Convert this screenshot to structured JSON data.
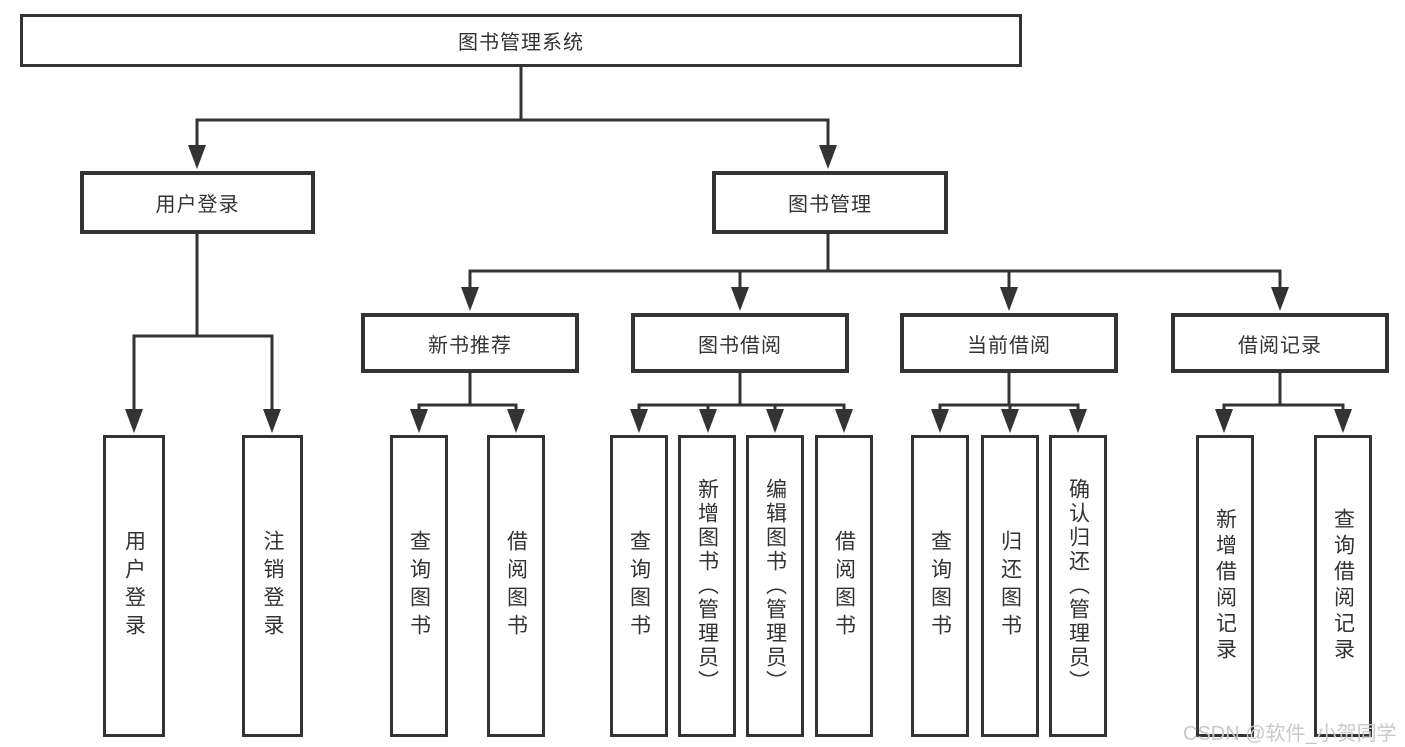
{
  "diagram": {
    "type": "hierarchy-tree",
    "root": {
      "label": "图书管理系统"
    },
    "branches": [
      {
        "label": "用户登录",
        "leaves": [
          {
            "label": "用户登录"
          },
          {
            "label": "注销登录"
          }
        ]
      },
      {
        "label": "图书管理",
        "groups": [
          {
            "label": "新书推荐",
            "leaves": [
              {
                "label": "查询图书"
              },
              {
                "label": "借阅图书"
              }
            ]
          },
          {
            "label": "图书借阅",
            "leaves": [
              {
                "label": "查询图书"
              },
              {
                "label": "新增图书（管理员）"
              },
              {
                "label": "编辑图书（管理员）"
              },
              {
                "label": "借阅图书"
              }
            ]
          },
          {
            "label": "当前借阅",
            "leaves": [
              {
                "label": "查询图书"
              },
              {
                "label": "归还图书"
              },
              {
                "label": "确认归还（管理员）"
              }
            ]
          },
          {
            "label": "借阅记录",
            "leaves": [
              {
                "label": "新增借阅记录"
              },
              {
                "label": "查询借阅记录"
              }
            ]
          }
        ]
      }
    ]
  },
  "watermark": {
    "text": "CSDN @软件_小贺同学"
  },
  "colors": {
    "line": "#333333",
    "box_border": "#333333",
    "text": "#333333",
    "background": "#ffffff",
    "watermark": "#c9c9c9"
  }
}
